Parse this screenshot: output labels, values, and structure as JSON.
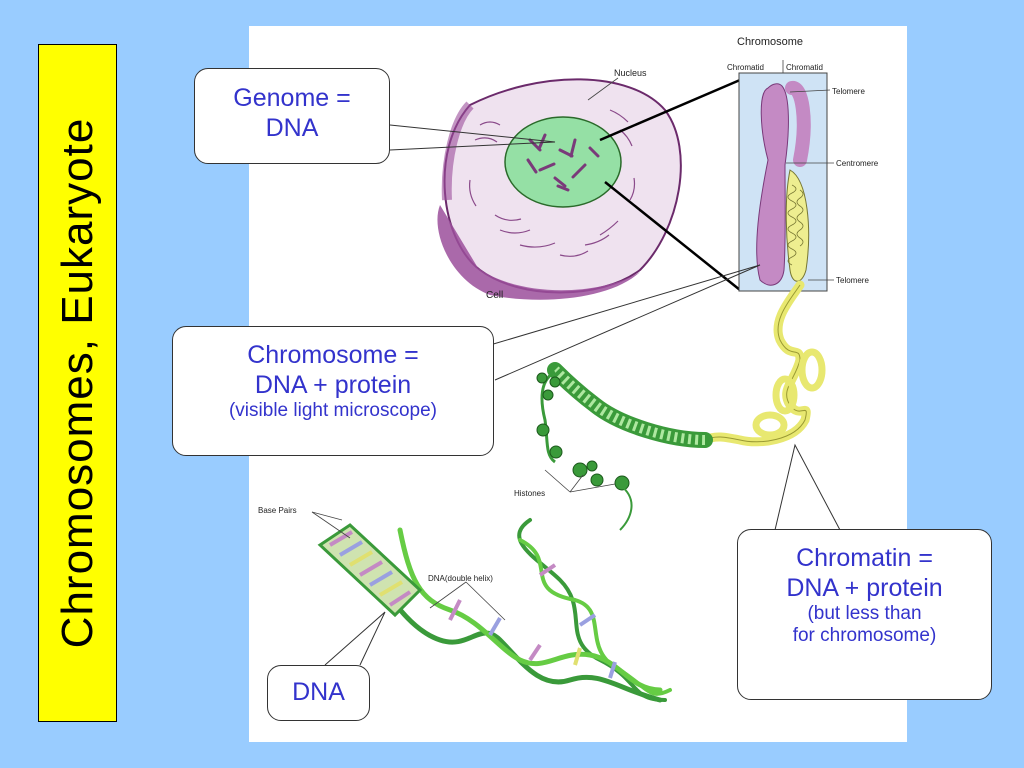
{
  "title": "Chromosomes, Eukaryote",
  "diagram_labels": {
    "chromosome": "Chromosome",
    "chromatid_left": "Chromatid",
    "chromatid_right": "Chromatid",
    "telomere_top": "Telomere",
    "centromere": "Centromere",
    "telomere_bottom": "Telomere",
    "nucleus": "Nucleus",
    "cell": "Cell",
    "histones": "Histones",
    "base_pairs": "Base Pairs",
    "dna_double_helix": "DNA(double helix)"
  },
  "callouts": {
    "genome": {
      "line1": "Genome =",
      "line2": "DNA"
    },
    "chromosome": {
      "line1": "Chromosome =",
      "line2": "DNA + protein",
      "line3": "(visible light microscope)"
    },
    "chromatin": {
      "line1": "Chromatin =",
      "line2": "DNA + protein",
      "line3": "(but less than",
      "line4": "for chromosome)"
    },
    "dna": {
      "line1": "DNA"
    }
  },
  "colors": {
    "background": "#99ccff",
    "title_bar": "#ffff00",
    "callout_text": "#3333cc",
    "cell": "#9b4f9b",
    "nucleus": "#90e0a0",
    "chromatin_fiber": "#e8e870",
    "nucleosome": "#3a9a3a",
    "dna_strand": "#66cc44"
  }
}
